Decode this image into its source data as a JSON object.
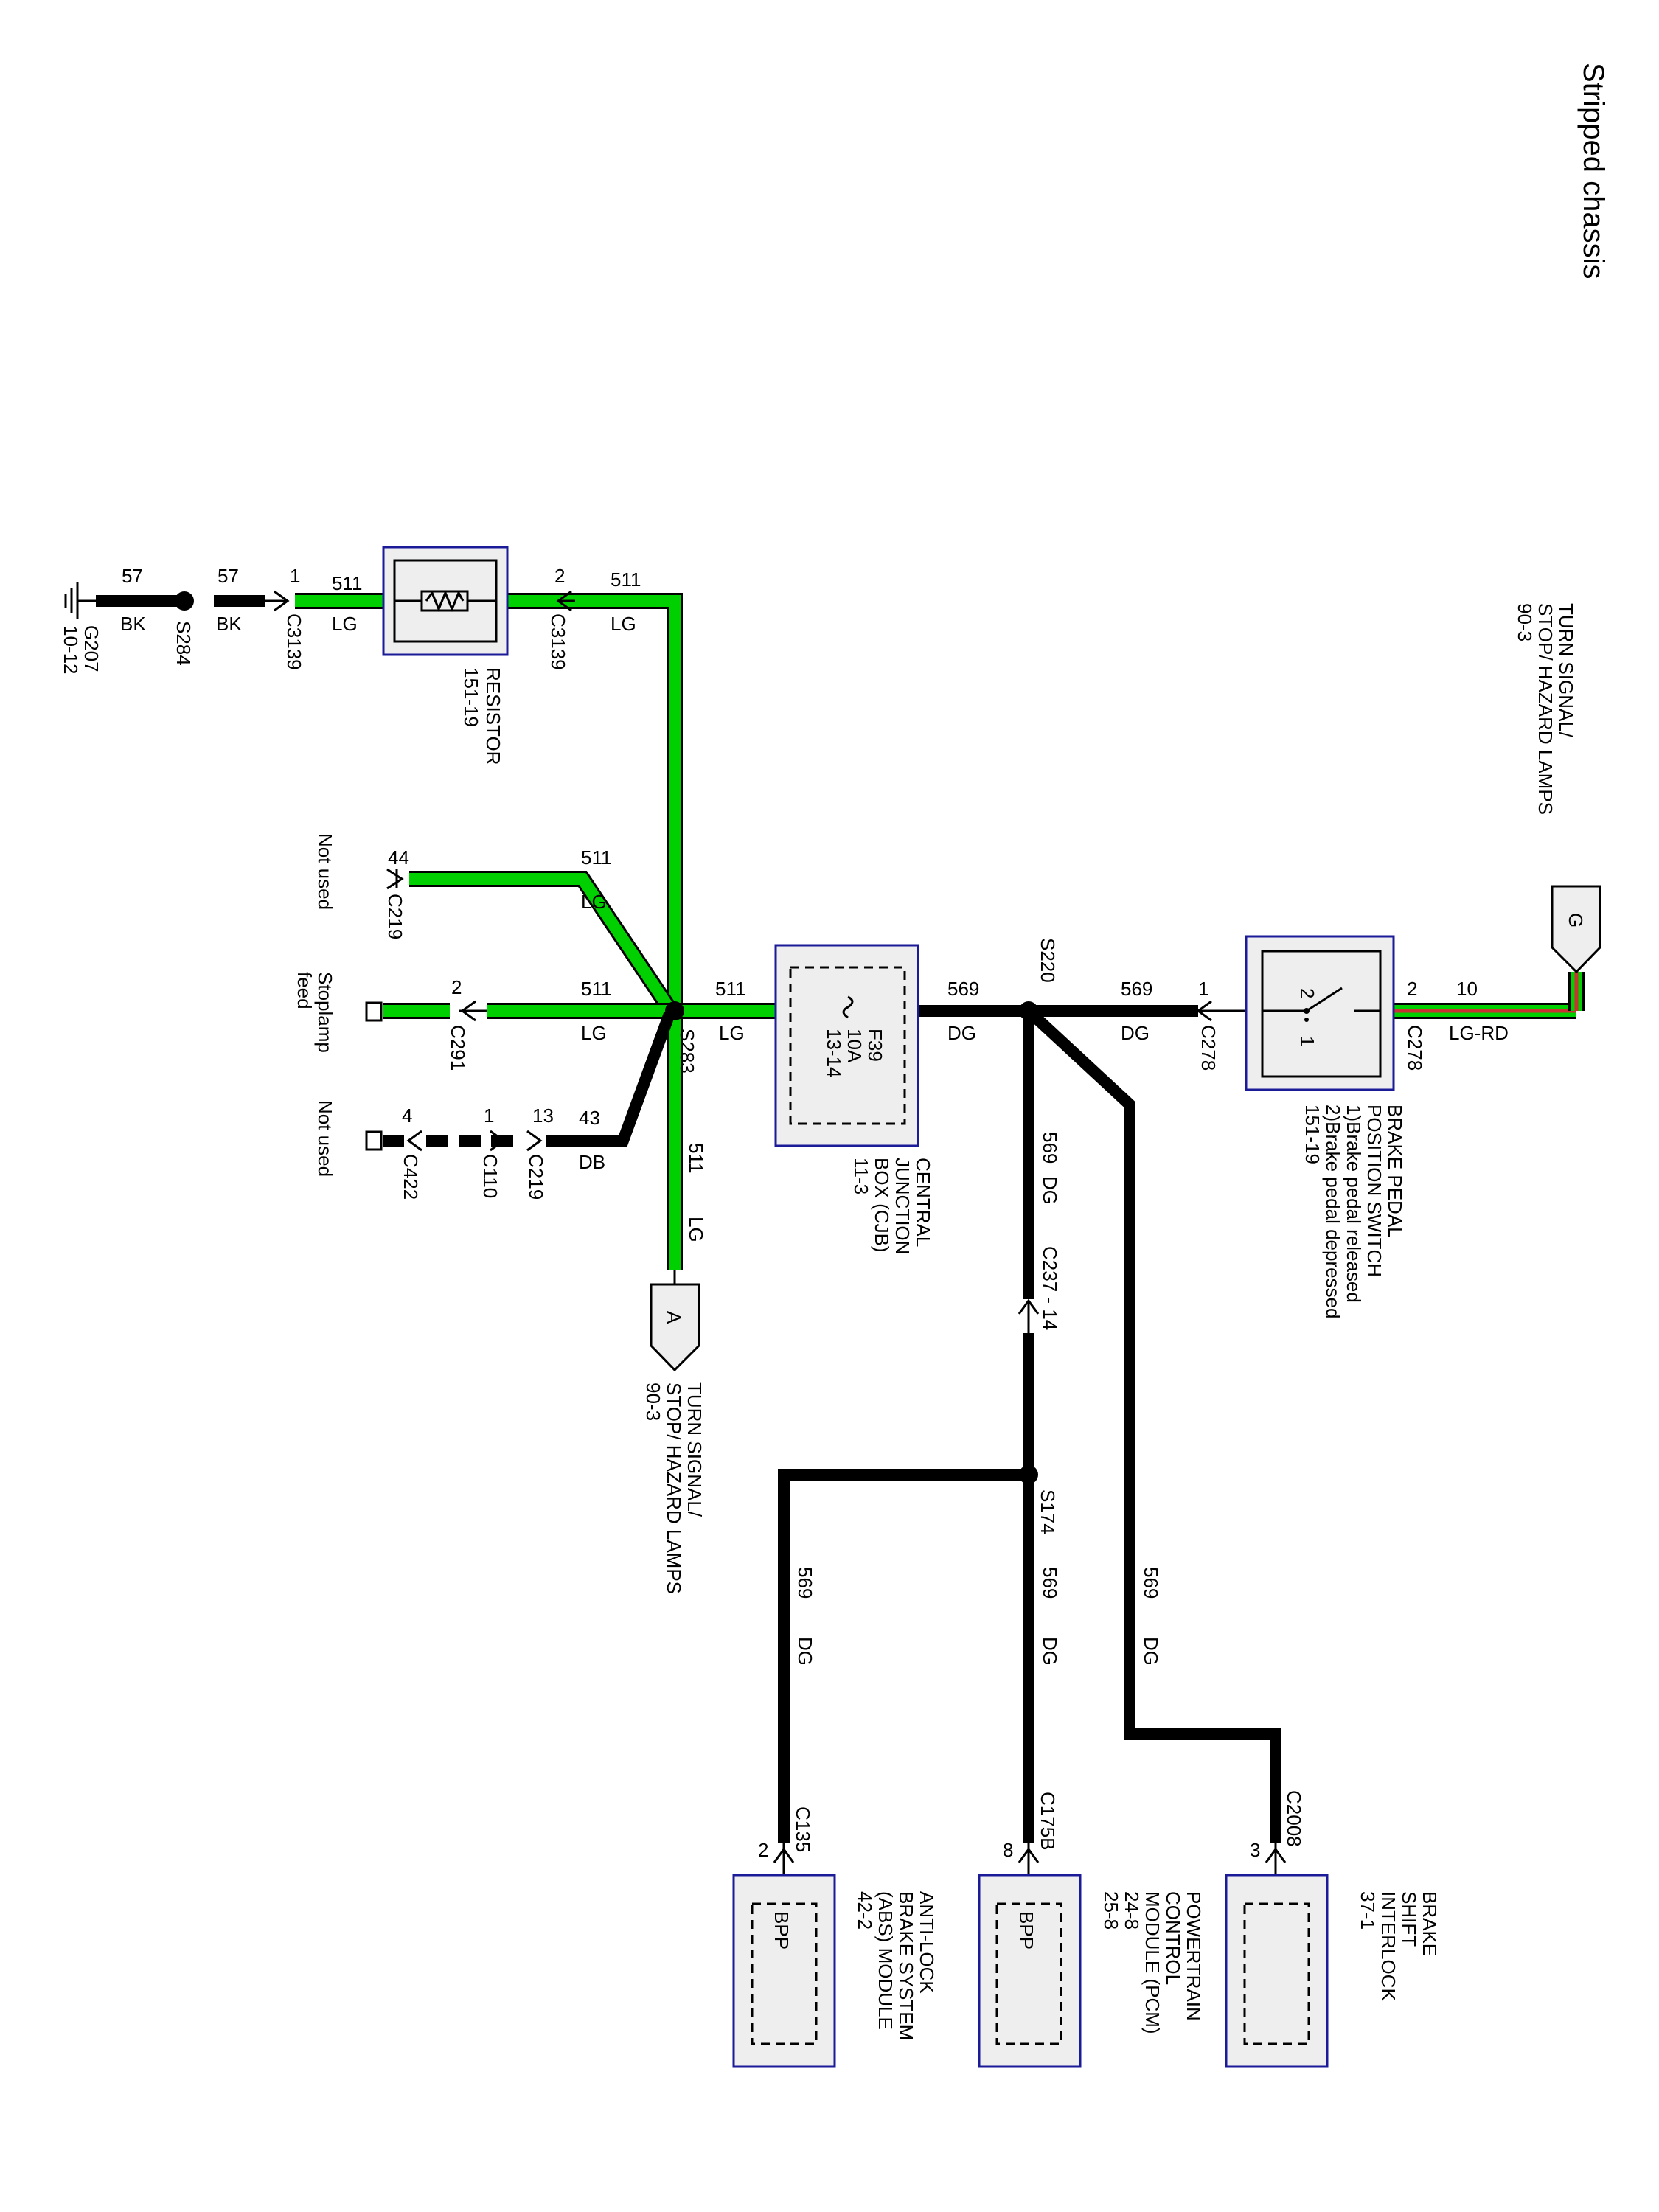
{
  "title": "Stripped chassis",
  "resistor": {
    "line1": "RESISTOR",
    "line2": "151-19"
  },
  "cjb": {
    "lines": [
      "CENTRAL",
      "JUNCTION",
      "BOX (CJB)",
      "11-3"
    ],
    "fuse": "F39",
    "amps": "10A",
    "pins": "13-14"
  },
  "bpp_switch": {
    "lines": [
      "BRAKE PEDAL",
      "POSITION SWITCH",
      "1)Brake pedal released",
      "2)Brake pedal depressed",
      "151-19"
    ],
    "term1": "1",
    "term2": "2"
  },
  "ref_g": {
    "letter": "G",
    "lines": [
      "TURN SIGNAL/",
      "STOP/ HAZARD LAMPS",
      "90-3"
    ]
  },
  "ref_a": {
    "letter": "A",
    "lines": [
      "TURN SIGNAL/",
      "STOP/ HAZARD LAMPS",
      "90-3"
    ]
  },
  "abs": {
    "lines": [
      "ANTI-LOCK",
      "BRAKE SYSTEM",
      "(ABS) MODULE",
      "42-2"
    ],
    "signal": "BPP"
  },
  "pcm": {
    "lines": [
      "POWERTRAIN",
      "CONTROL",
      "MODULE (PCM)",
      "24-8",
      "25-8"
    ],
    "signal": "BPP"
  },
  "bsi": {
    "lines": [
      "BRAKE",
      "SHIFT",
      "INTERLOCK",
      "37-1"
    ]
  },
  "ground": {
    "id": "G207",
    "ref": "10-12"
  },
  "splices": {
    "s284": "S284",
    "s283": "S283",
    "s220": "S220",
    "s174": "S174"
  },
  "connectors": {
    "c3139a": {
      "id": "C3139",
      "pin": "1"
    },
    "c3139b": {
      "id": "C3139",
      "pin": "2"
    },
    "c219a": {
      "id": "C219",
      "pin": "44"
    },
    "c291": {
      "id": "C291",
      "pin": "2"
    },
    "c219b": {
      "id": "C219",
      "pin": "13"
    },
    "c110": {
      "id": "C110",
      "pin": "1"
    },
    "c422": {
      "id": "C422",
      "pin": "4"
    },
    "c278a": {
      "id": "C278",
      "pin": "1"
    },
    "c278b": {
      "id": "C278",
      "pin": "2"
    },
    "c237": {
      "id": "C237 - 14"
    },
    "c135": {
      "id": "C135",
      "pin": "2"
    },
    "c175b": {
      "id": "C175B",
      "pin": "8"
    },
    "c2008": {
      "id": "C2008",
      "pin": "3"
    }
  },
  "circuits": {
    "gnd1": {
      "num": "57",
      "color": "BK"
    },
    "gnd2": {
      "num": "57",
      "color": "BK"
    },
    "res_in": {
      "num": "511",
      "color": "LG"
    },
    "res_out": {
      "num": "511",
      "color": "LG"
    },
    "notused1": {
      "num": "511",
      "color": "LG"
    },
    "stoplamp": {
      "num": "511",
      "color": "LG"
    },
    "db": {
      "num": "43",
      "color": "DB"
    },
    "cjb_out": {
      "num": "511",
      "color": "LG"
    },
    "vert_a": {
      "num": "511",
      "color": "LG"
    },
    "cjb_in": {
      "num": "569",
      "color": "DG"
    },
    "sw_out": {
      "num": "569",
      "color": "DG"
    },
    "sw_in": {
      "num": "10",
      "color": "LG-RD"
    },
    "s220_down": {
      "num": "569",
      "color": "DG"
    },
    "s174_down": {
      "num": "569",
      "color": "DG"
    },
    "abs": {
      "num": "569",
      "color": "DG"
    },
    "bsi": {
      "num": "569",
      "color": "DG"
    }
  },
  "misc": {
    "not_used": "Not used",
    "stoplamp_feed1": "Stoplamp",
    "stoplamp_feed2": "feed"
  }
}
